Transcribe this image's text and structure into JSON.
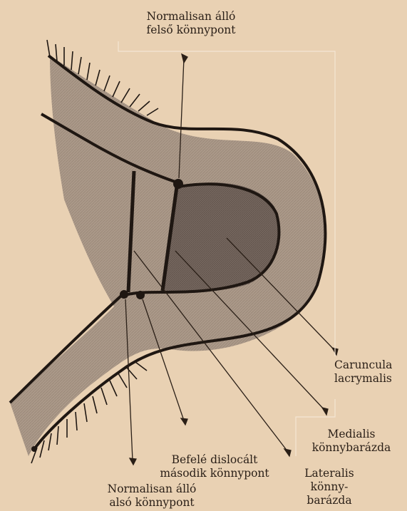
{
  "labels": {
    "upper_punctum": [
      "Normalisan álló",
      "felső könnypont"
    ],
    "caruncula": [
      "Caruncula",
      "lacrymalis"
    ],
    "medial_groove": [
      "Medialis",
      "könnybarázda"
    ],
    "displaced_punctum": [
      "Befelé dislocált",
      "második könnypont"
    ],
    "lateral_groove": [
      "Lateralis",
      "könny-",
      "barázda"
    ],
    "lower_punctum": [
      "Normalisan álló",
      "alsó könnypont"
    ]
  },
  "colors": {
    "paper": "#e9d1b3",
    "ink": "#1f1712",
    "conjunctiva": "#9a8a7d",
    "caruncle": "#6e6058"
  }
}
